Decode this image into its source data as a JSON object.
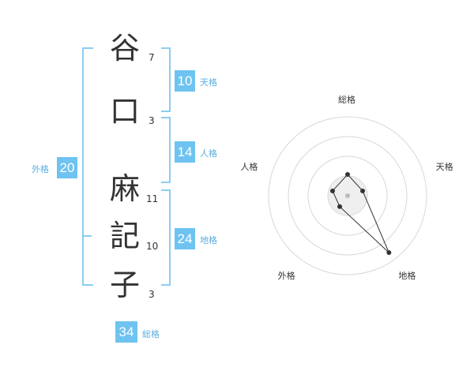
{
  "name": {
    "chars": [
      {
        "char": "谷",
        "strokes": "7"
      },
      {
        "char": "口",
        "strokes": "3"
      },
      {
        "char": "麻",
        "strokes": "11"
      },
      {
        "char": "記",
        "strokes": "10"
      },
      {
        "char": "子",
        "strokes": "3"
      }
    ]
  },
  "fortunes": {
    "tenkaku": {
      "value": "10",
      "label": "天格"
    },
    "jinkaku": {
      "value": "14",
      "label": "人格"
    },
    "chikaku": {
      "value": "24",
      "label": "地格"
    },
    "gaikaku": {
      "value": "20",
      "label": "外格"
    },
    "soukaku": {
      "value": "34",
      "label": "総格"
    }
  },
  "colors": {
    "accent": "#6ec3f0",
    "bracket": "#8ccdf2",
    "badge_text": "#ffffff"
  },
  "chart_data": {
    "type": "radar",
    "axes": [
      "総格",
      "天格",
      "地格",
      "外格",
      "人格"
    ],
    "levels": 4,
    "max": 5,
    "values": {
      "総格": 1.35,
      "天格": 1.0,
      "地格": 4.45,
      "外格": 0.85,
      "人格": 1.0
    },
    "grid": true
  }
}
